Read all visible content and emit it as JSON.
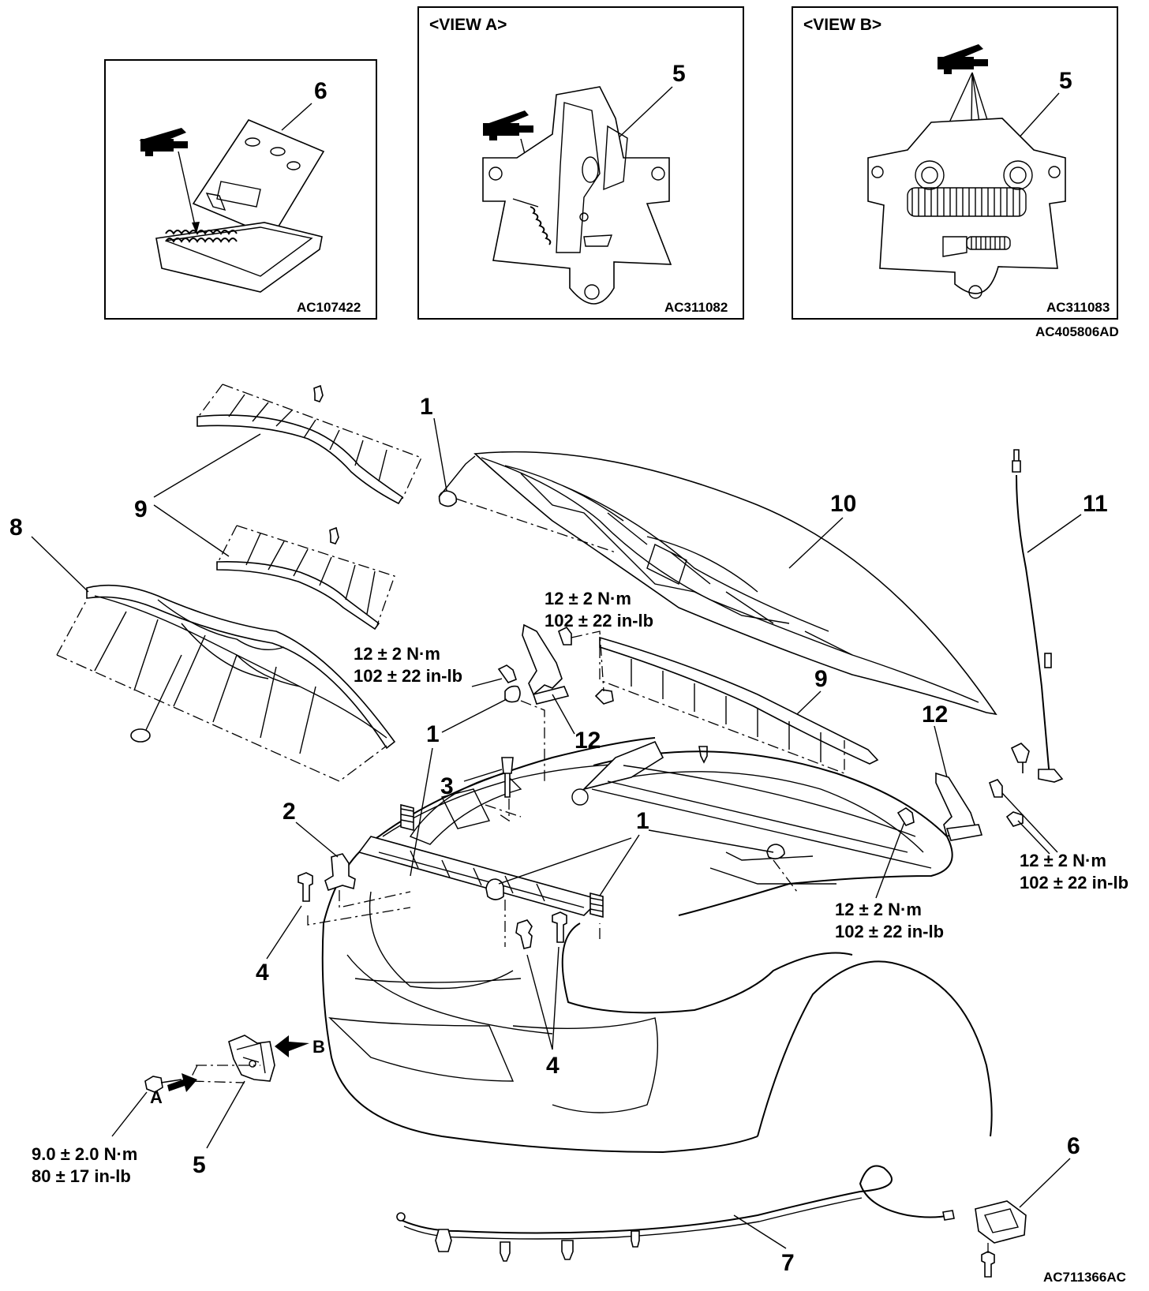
{
  "insets": [
    {
      "id": "inset-tailgate-latch",
      "view_title": "",
      "part_number": "6",
      "code": "AC107422"
    },
    {
      "id": "inset-view-a",
      "view_title": "<VIEW A>",
      "part_number": "5",
      "code": "AC311082"
    },
    {
      "id": "inset-view-b",
      "view_title": "<VIEW B>",
      "part_number": "5",
      "code": "AC311083"
    }
  ],
  "inset_group_code": "AC405806AD",
  "main_code": "AC711366AC",
  "callouts": {
    "n1a": "1",
    "n1b": "1",
    "n1c": "1",
    "n2": "2",
    "n3": "3",
    "n4a": "4",
    "n4b": "4",
    "n5": "5",
    "n6": "6",
    "n7": "7",
    "n8": "8",
    "n9a": "9",
    "n9b": "9",
    "n10": "10",
    "n11": "11",
    "n12a": "12",
    "n12b": "12"
  },
  "view_arrows": {
    "a": "A",
    "b": "B"
  },
  "torque_specs": {
    "hinge_left_top": {
      "nm": "12 ± 2 N·m",
      "inlb": "102 ± 22 in-lb"
    },
    "hinge_left_mid": {
      "nm": "12 ± 2 N·m",
      "inlb": "102 ± 22 in-lb"
    },
    "hinge_right_low": {
      "nm": "12 ± 2 N·m",
      "inlb": "102 ± 22 in-lb"
    },
    "hinge_right_side": {
      "nm": "12 ± 2 N·m",
      "inlb": "102 ± 22 in-lb"
    },
    "latch": {
      "nm": "9.0 ± 2.0 N·m",
      "inlb": "80 ± 17 in-lb"
    }
  }
}
